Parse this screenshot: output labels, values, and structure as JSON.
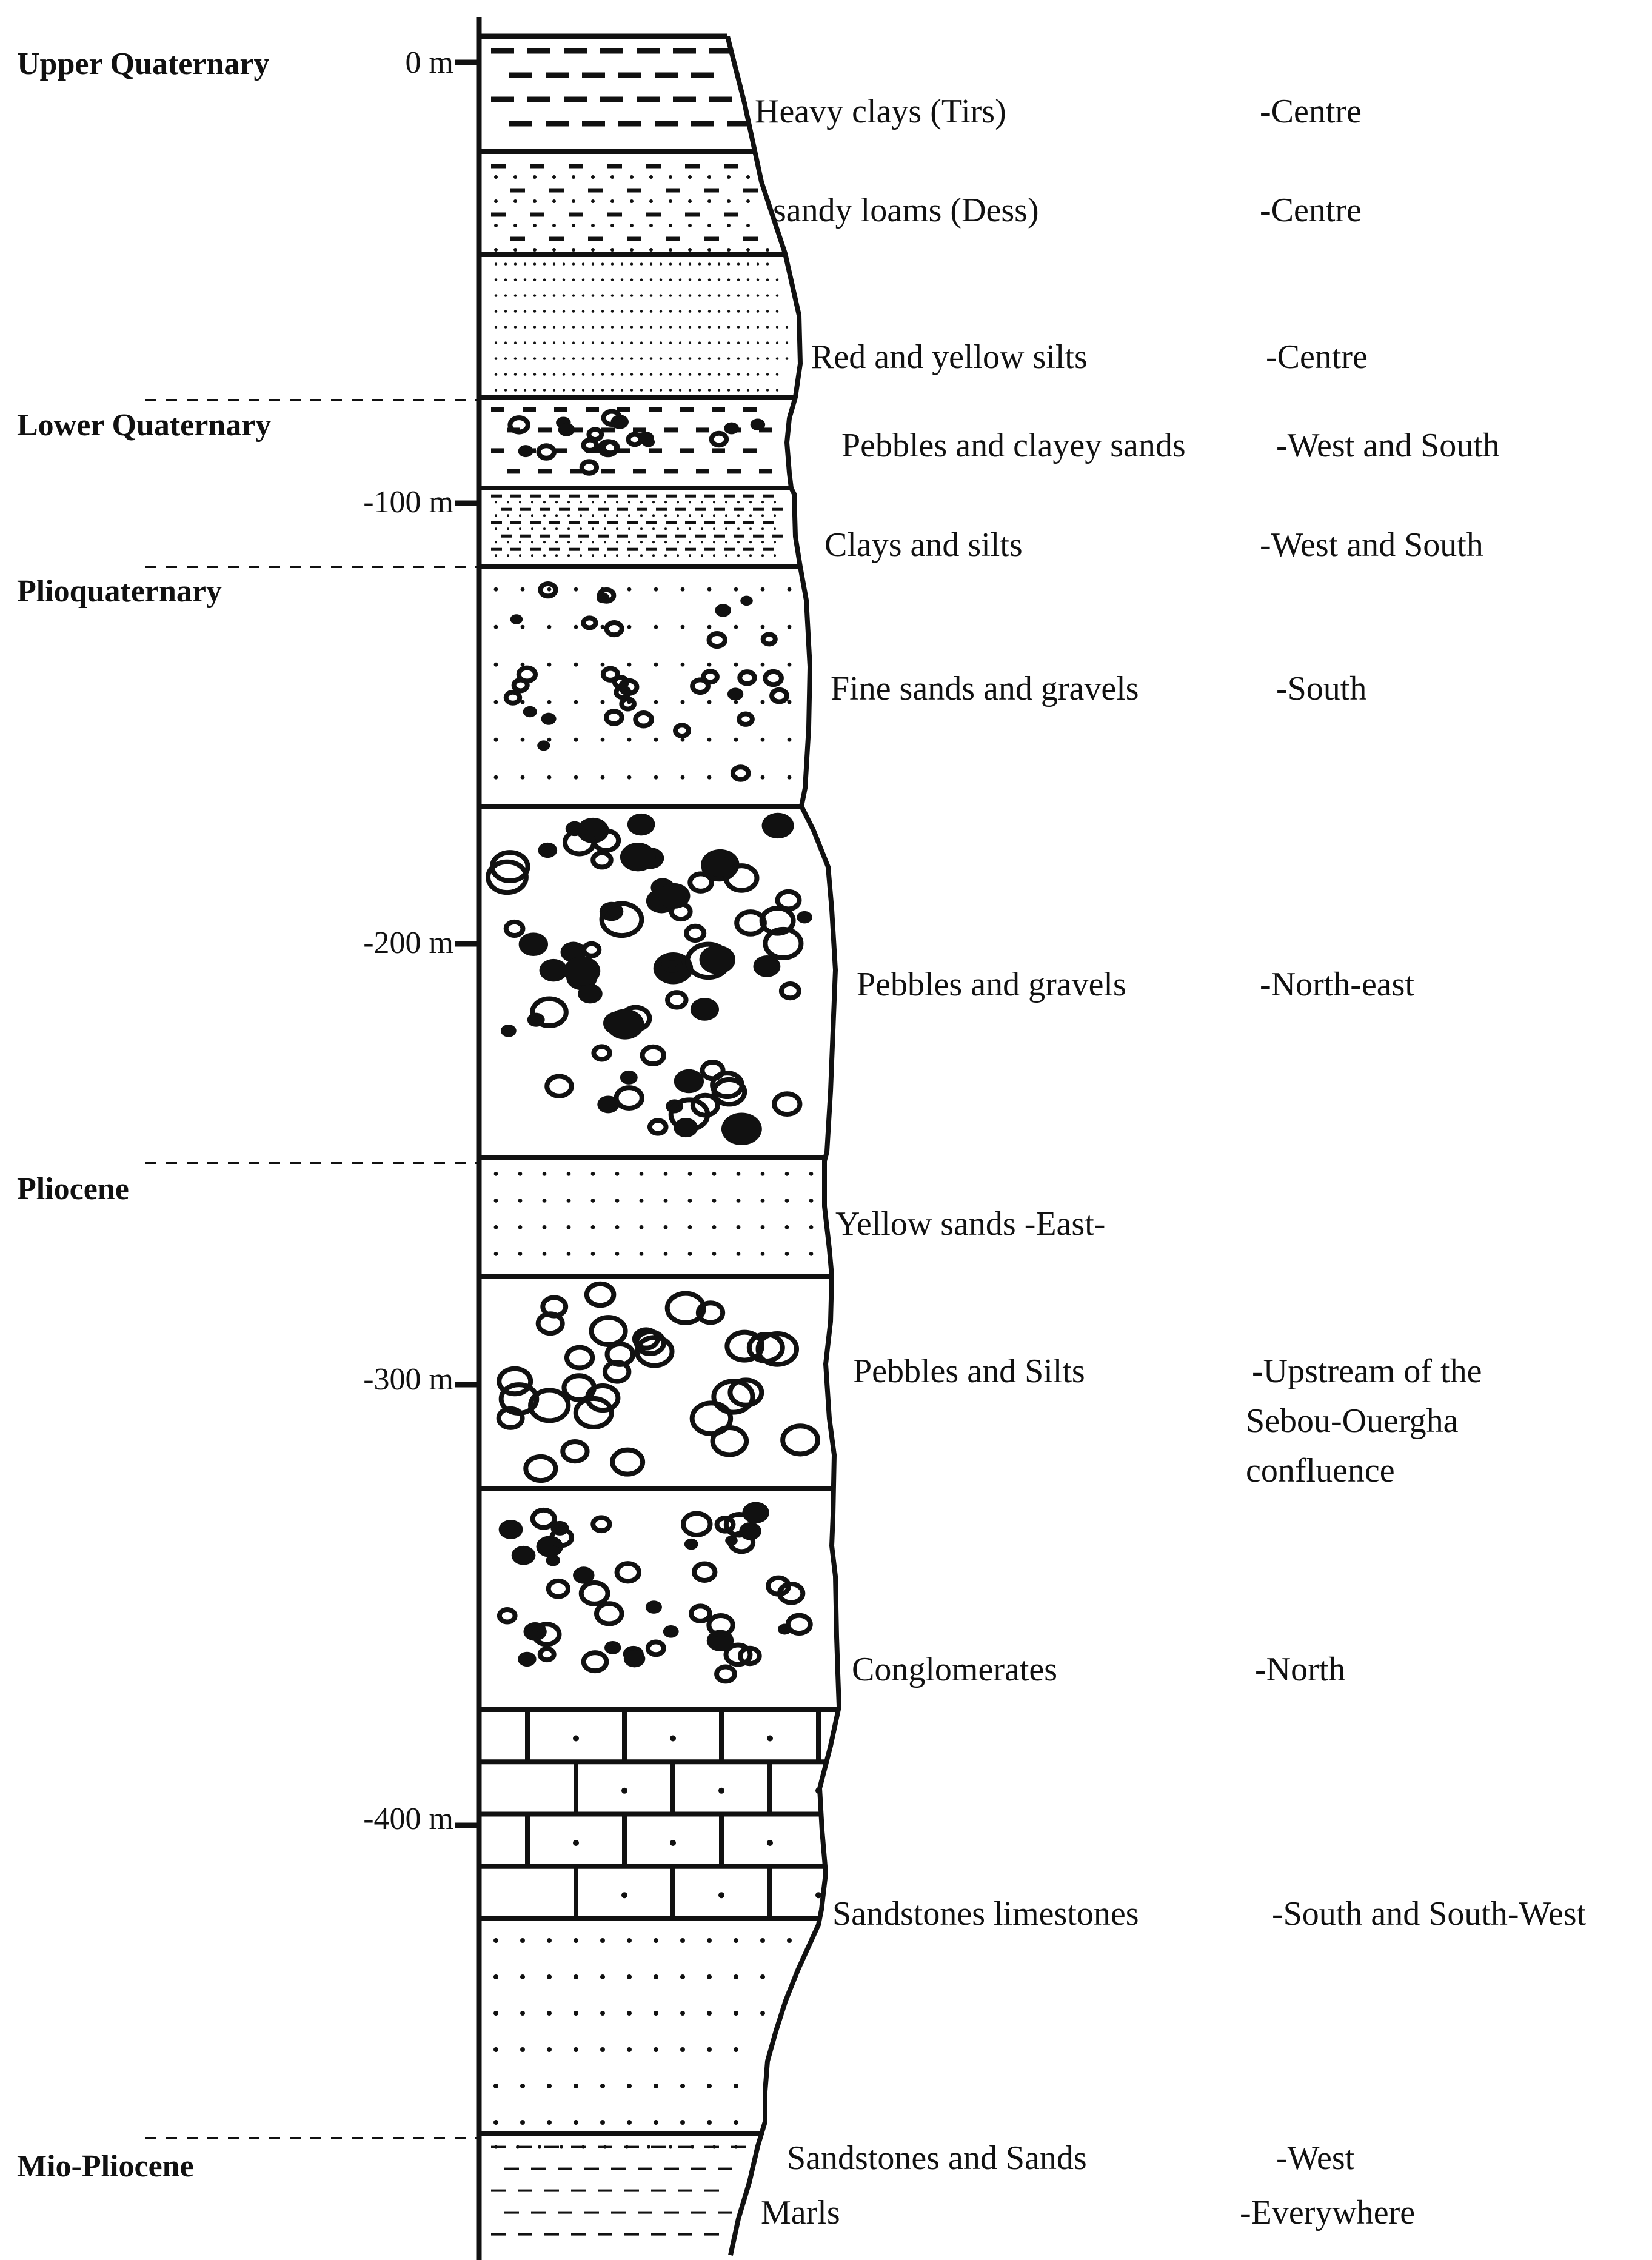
{
  "periods": [
    {
      "name": "Upper Quaternary"
    },
    {
      "name": "Lower Quaternary"
    },
    {
      "name": "Plioquaternary"
    },
    {
      "name": "Pliocene"
    },
    {
      "name": "Mio-Pliocene"
    }
  ],
  "depth_ticks": [
    {
      "label": "0 m",
      "depth_m": 0
    },
    {
      "label": "-100 m",
      "depth_m": -100
    },
    {
      "label": "-200 m",
      "depth_m": -200
    },
    {
      "label": "-300 m",
      "depth_m": -300
    },
    {
      "label": "-400 m",
      "depth_m": -400
    }
  ],
  "layers": [
    {
      "description": "Heavy clays  (Tirs)",
      "location": "-Centre",
      "pattern": "dashes"
    },
    {
      "description": "sandy loams (Dess)",
      "location": "-Centre",
      "pattern": "dash-dot"
    },
    {
      "description": "Red and yellow silts",
      "location": "-Centre",
      "pattern": "fine-dots"
    },
    {
      "description": "Pebbles and clayey sands",
      "location": "-West and South",
      "pattern": "pebbles-dashes"
    },
    {
      "description": "Clays and silts",
      "location": "-West and South",
      "pattern": "silt-dashes"
    },
    {
      "description": "Fine sands and gravels",
      "location": "-South",
      "pattern": "sand-gravel"
    },
    {
      "description": "Pebbles and gravels",
      "location": "-North-east",
      "pattern": "pebbles"
    },
    {
      "description": "Yellow sands  -East-",
      "location": "",
      "pattern": "dots"
    },
    {
      "description": "Pebbles and Silts",
      "location": [
        "-Upstream of the",
        "Sebou-Ouergha",
        "confluence"
      ],
      "pattern": "large-pebbles"
    },
    {
      "description": "Conglomerates",
      "location": "-North",
      "pattern": "conglomerate"
    },
    {
      "description": "Sandstones limestones",
      "location": "-South and South-West",
      "pattern": "brick"
    },
    {
      "description": "Sandstones and Sands",
      "location": "-West",
      "pattern": "dots-grid"
    },
    {
      "description": "Marls",
      "location": "-Everywhere",
      "pattern": "marl-dashes"
    }
  ],
  "colors": {
    "ink": "#111111",
    "background": "#ffffff"
  }
}
